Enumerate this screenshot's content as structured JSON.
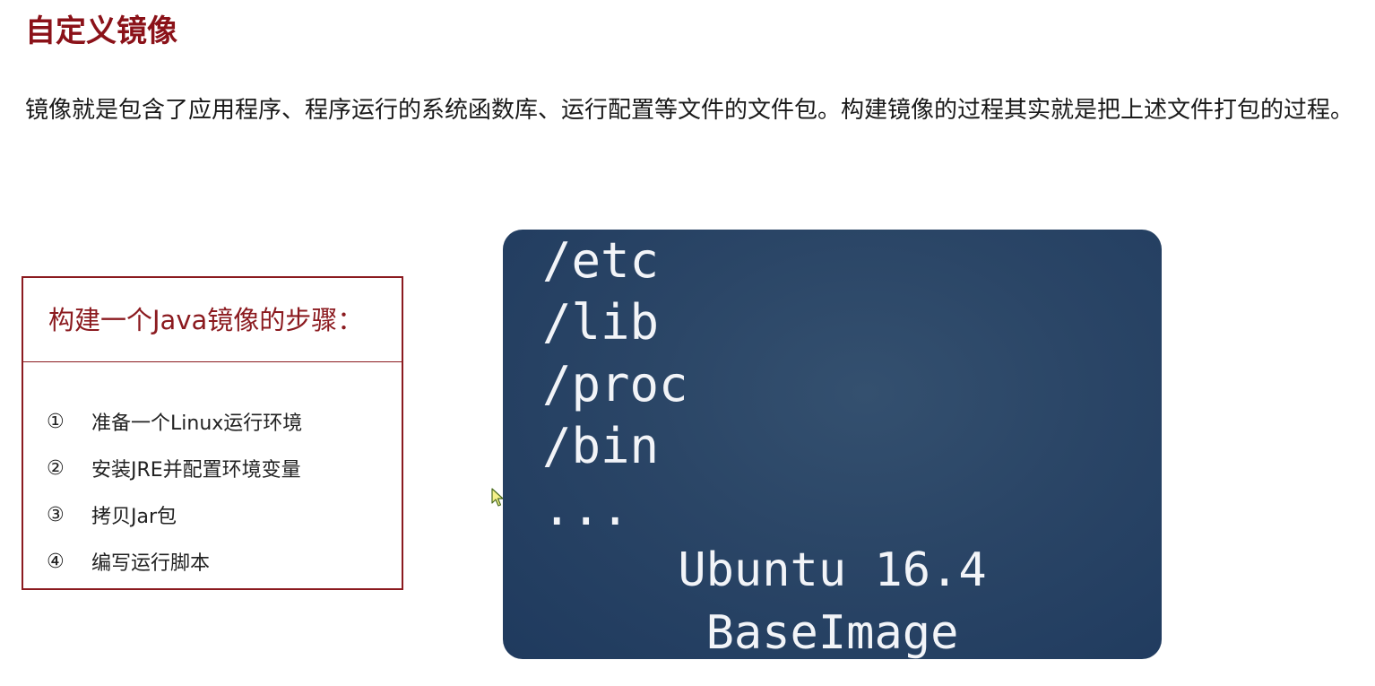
{
  "title": "自定义镜像",
  "intro": "镜像就是包含了应用程序、程序运行的系统函数库、运行配置等文件的文件包。构建镜像的过程其实就是把上述文件打包的过程。",
  "steps": {
    "title": "构建一个Java镜像的步骤：",
    "items": [
      {
        "num": "①",
        "text": "准备一个Linux运行环境"
      },
      {
        "num": "②",
        "text": "安装JRE并配置环境变量"
      },
      {
        "num": "③",
        "text": "拷贝Jar包"
      },
      {
        "num": "④",
        "text": "编写运行脚本"
      }
    ]
  },
  "base_image": {
    "dirs": [
      "/etc",
      "/lib",
      "/proc",
      "/bin",
      "..."
    ],
    "os": "Ubuntu 16.4",
    "label": "BaseImage",
    "bg_color": "#1f3a5e"
  },
  "colors": {
    "accent": "#8b1a1f",
    "title": "#8b1219"
  },
  "icons": {
    "cursor": "mouse-pointer-icon"
  }
}
